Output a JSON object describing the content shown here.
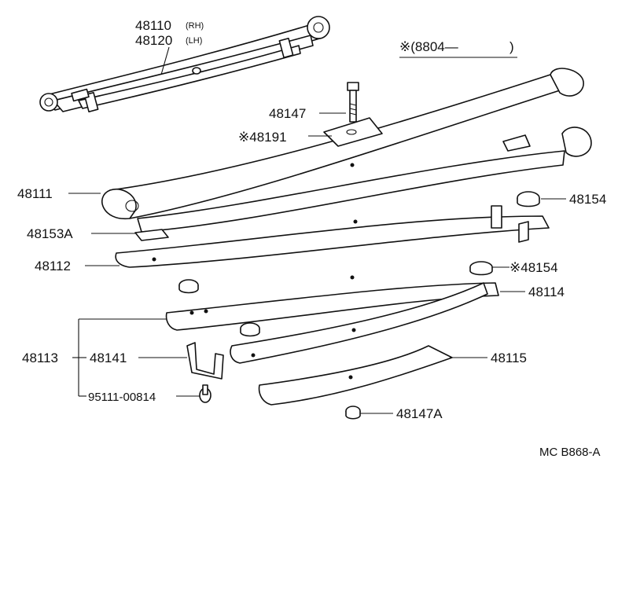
{
  "labels": {
    "p48110": "48110",
    "p48110_side": "(RH)",
    "p48120": "48120",
    "p48120_side": "(LH)",
    "date_range": "※(8804—",
    "date_range_close": ")",
    "p48147": "48147",
    "p48191": "※48191",
    "p48111": "48111",
    "p48154a": "48154",
    "p48153A": "48153A",
    "p48112": "48112",
    "p48154b": "※48154",
    "p48114": "48114",
    "p48113": "48113",
    "p48141": "48141",
    "p48115": "48115",
    "p95111": "95111-00814",
    "p48147A": "48147A",
    "diagram_code": "MC B868-A"
  }
}
